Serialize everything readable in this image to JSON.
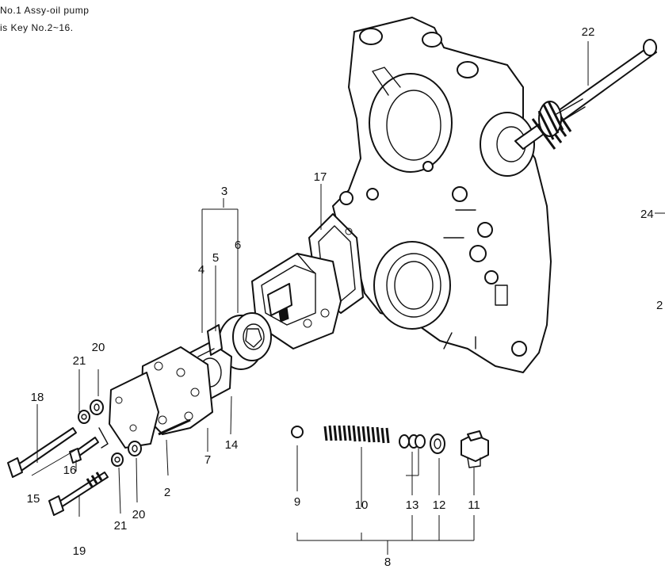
{
  "notes": [
    "No.1 Assy-oil pump",
    "is Key No.2~16."
  ],
  "callouts": {
    "c2": "2",
    "c3": "3",
    "c4": "4",
    "c5": "5",
    "c6": "6",
    "c7": "7",
    "c8": "8",
    "c9": "9",
    "c10": "10",
    "c11": "11",
    "c12": "12",
    "c13": "13",
    "c14": "14",
    "c15": "15",
    "c16": "16",
    "c17": "17",
    "c18": "18",
    "c19": "19",
    "c20a": "20",
    "c20b": "20",
    "c21a": "21",
    "c21b": "21",
    "c22": "22",
    "c24": "24",
    "c2edge": "2"
  }
}
